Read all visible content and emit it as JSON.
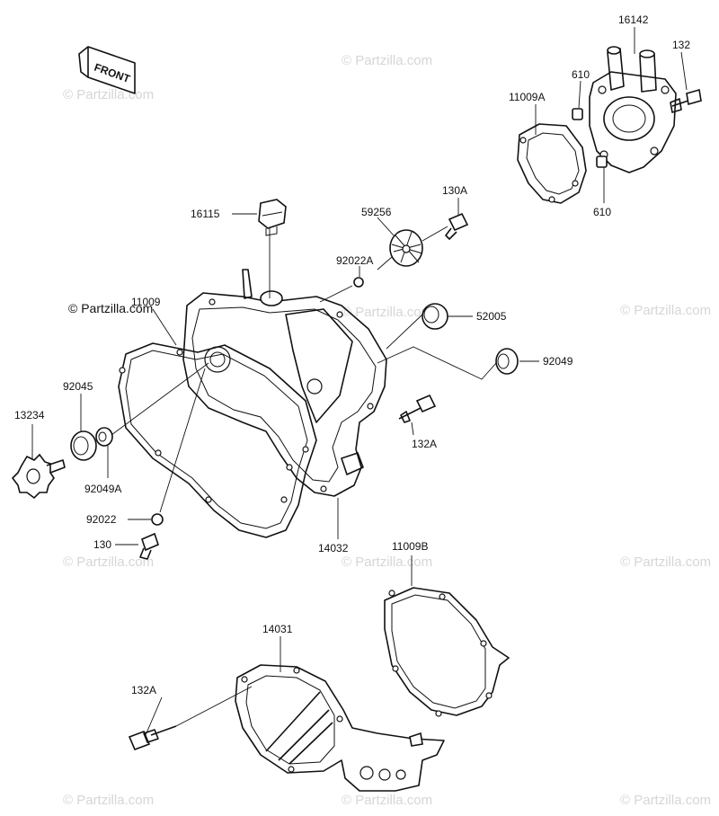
{
  "front_label": "FRONT",
  "watermark": "© Partzilla.com",
  "part_labels": {
    "p16142": "16142",
    "p132": "132",
    "p610_top": "610",
    "p11009A": "11009A",
    "p610_bottom": "610",
    "p16115": "16115",
    "p130A": "130A",
    "p59256": "59256",
    "p92022A": "92022A",
    "p11009": "11009",
    "p52005": "52005",
    "p92049": "92049",
    "p92045": "92045",
    "p13234": "13234",
    "p132A_right": "132A",
    "p92049A": "92049A",
    "p92022": "92022",
    "p130": "130",
    "p14032": "14032",
    "p11009B": "11009B",
    "p14031": "14031",
    "p132A_left": "132A"
  }
}
